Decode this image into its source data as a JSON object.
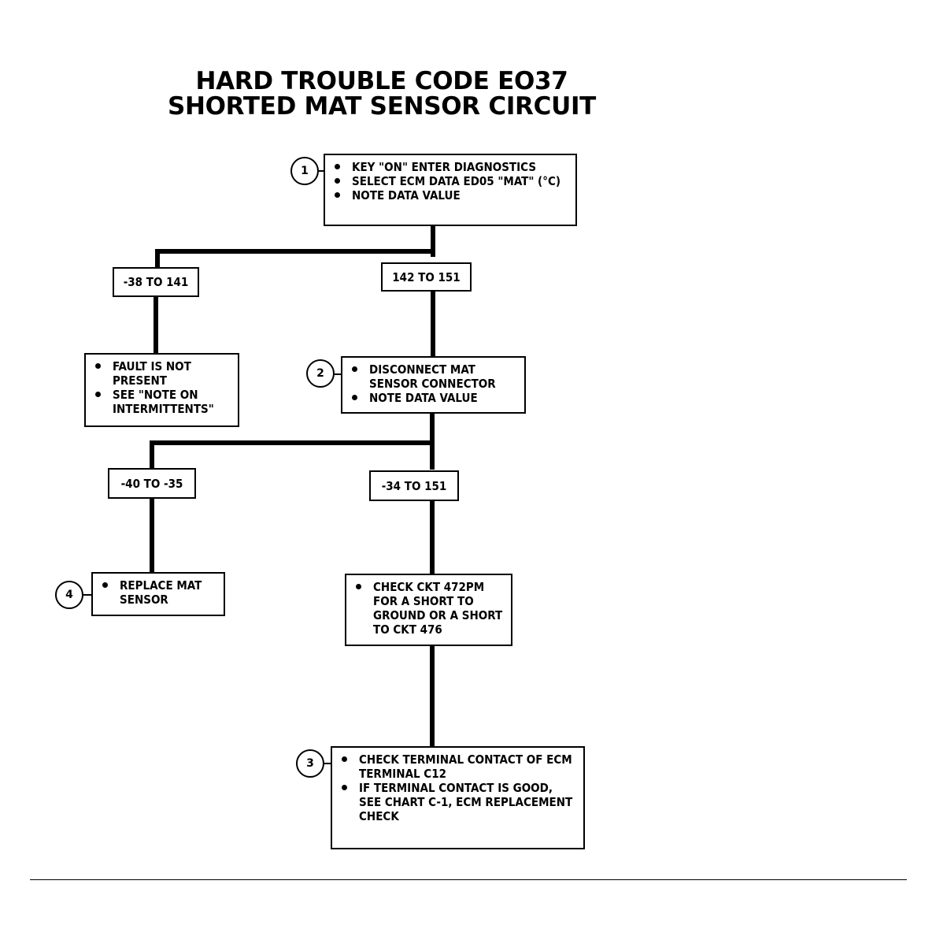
{
  "title": {
    "line1": "HARD TROUBLE CODE EO37",
    "line2": "SHORTED MAT SENSOR CIRCUIT"
  },
  "steps": {
    "step1": {
      "number": "1",
      "items": [
        "KEY \"ON\" ENTER DIAGNOSTICS",
        "SELECT ECM DATA ED05 \"MAT\" (°C)",
        "NOTE DATA VALUE"
      ]
    },
    "step2": {
      "number": "2",
      "items": [
        "DISCONNECT MAT SENSOR CONNECTOR",
        "NOTE DATA VALUE"
      ]
    },
    "step3": {
      "number": "3",
      "items": [
        "CHECK TERMINAL CONTACT OF ECM TERMINAL C12",
        "IF TERMINAL CONTACT IS GOOD, SEE CHART C-1, ECM REPLACEMENT CHECK"
      ]
    },
    "step4": {
      "number": "4",
      "items": [
        "REPLACE MAT SENSOR"
      ]
    }
  },
  "fault_box": {
    "items": [
      "FAULT IS NOT PRESENT",
      "SEE \"NOTE ON INTERMITTENTS\""
    ]
  },
  "check_ckt_box": {
    "items": [
      "CHECK CKT 472PM FOR A SHORT TO GROUND OR A SHORT TO CKT 476"
    ]
  },
  "ranges": {
    "r1": "-38 TO 141",
    "r2": "142 TO 151",
    "r3": "-40 TO -35",
    "r4": "-34 TO 151"
  }
}
